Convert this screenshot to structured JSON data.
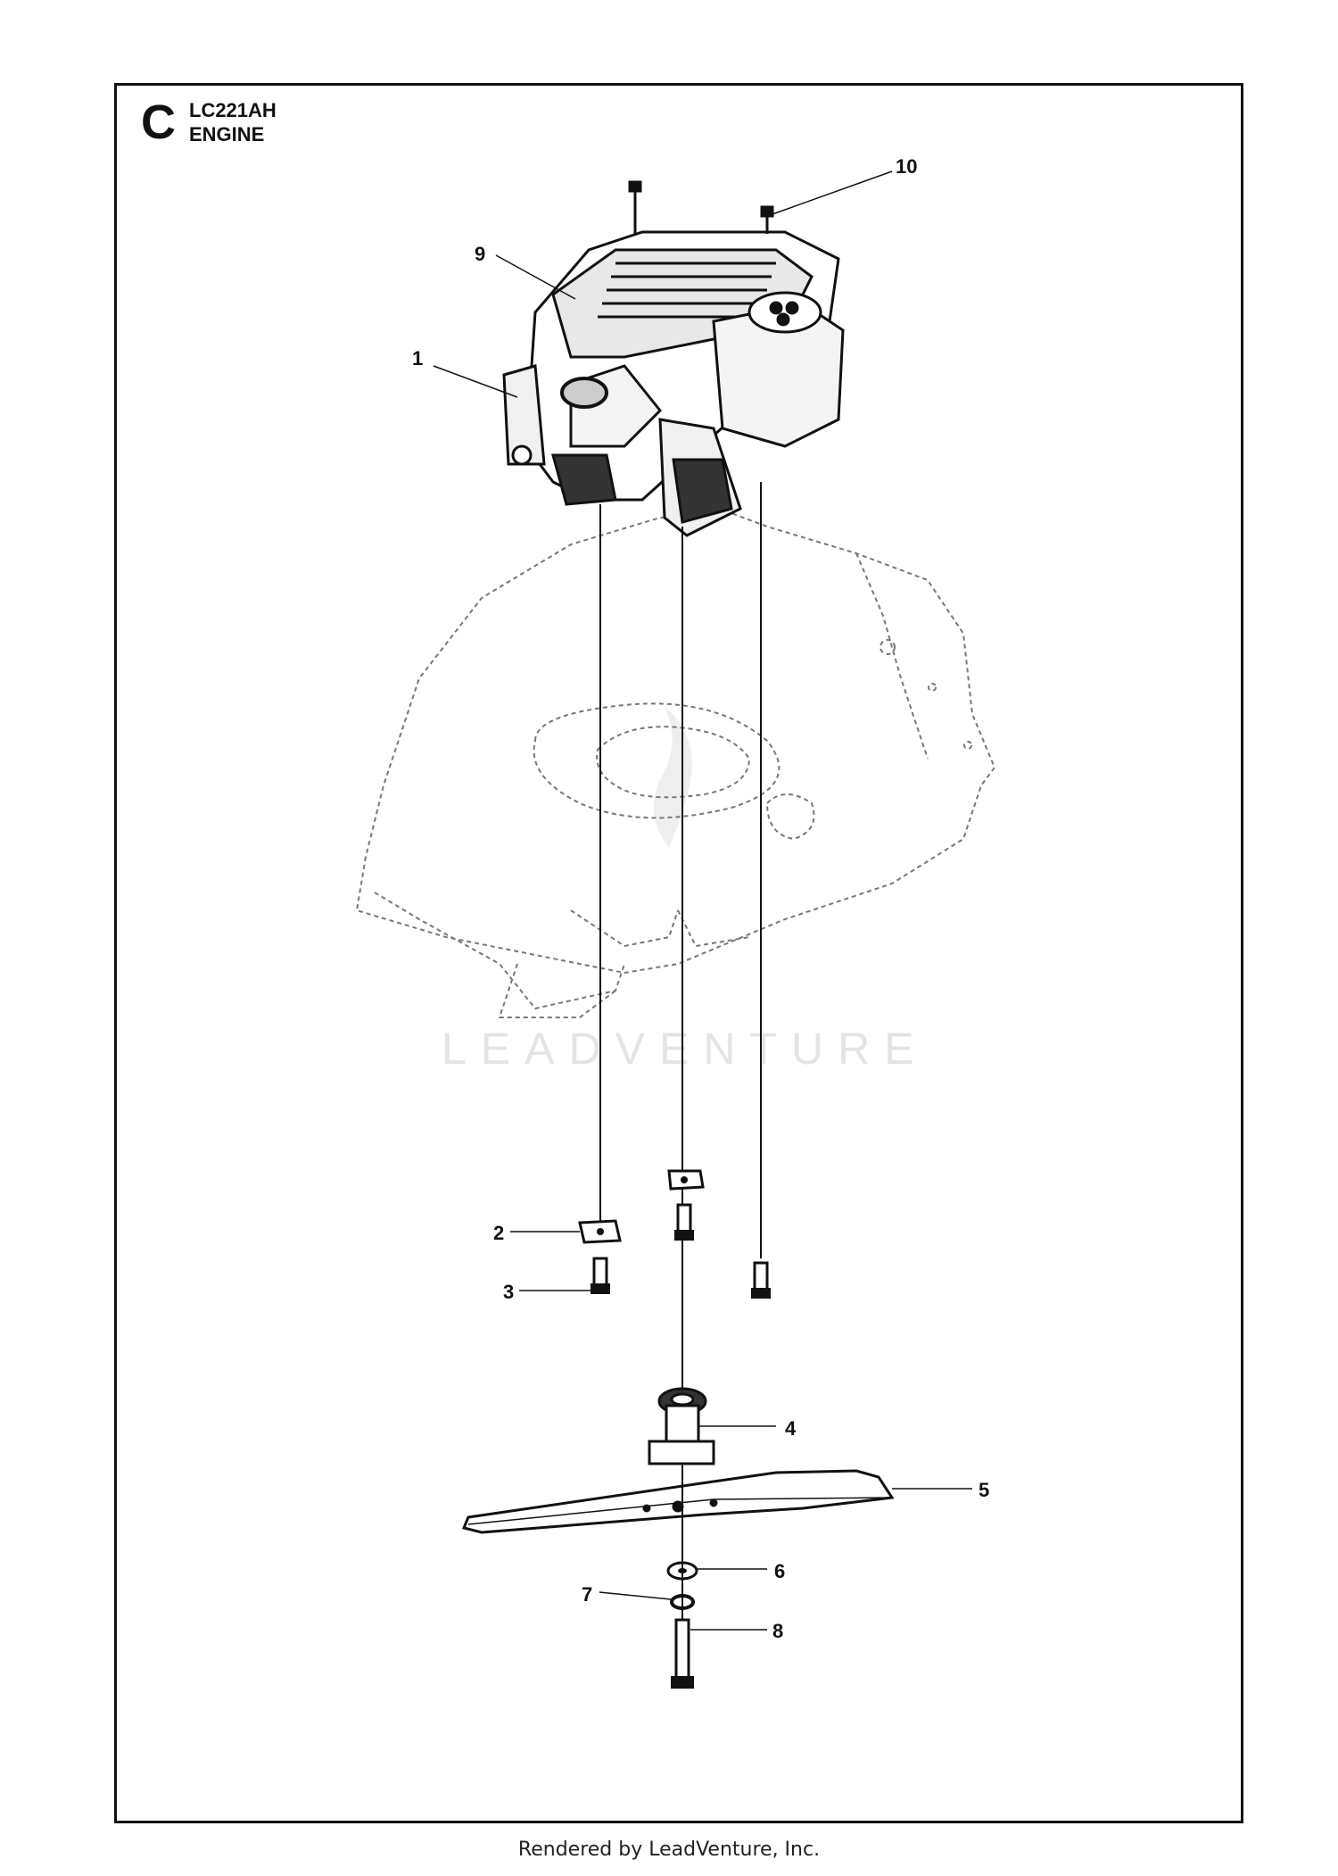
{
  "header": {
    "section_letter": "C",
    "model": "LC221AH",
    "section_title": "ENGINE"
  },
  "watermark": "LEADVENTURE",
  "callouts": [
    "1",
    "2",
    "3",
    "4",
    "5",
    "6",
    "7",
    "8",
    "9",
    "10"
  ],
  "footer": "Rendered by LeadVenture, Inc.",
  "colors": {
    "line": "#111111",
    "dashed": "#777777",
    "watermark": "#e4e4e4"
  }
}
